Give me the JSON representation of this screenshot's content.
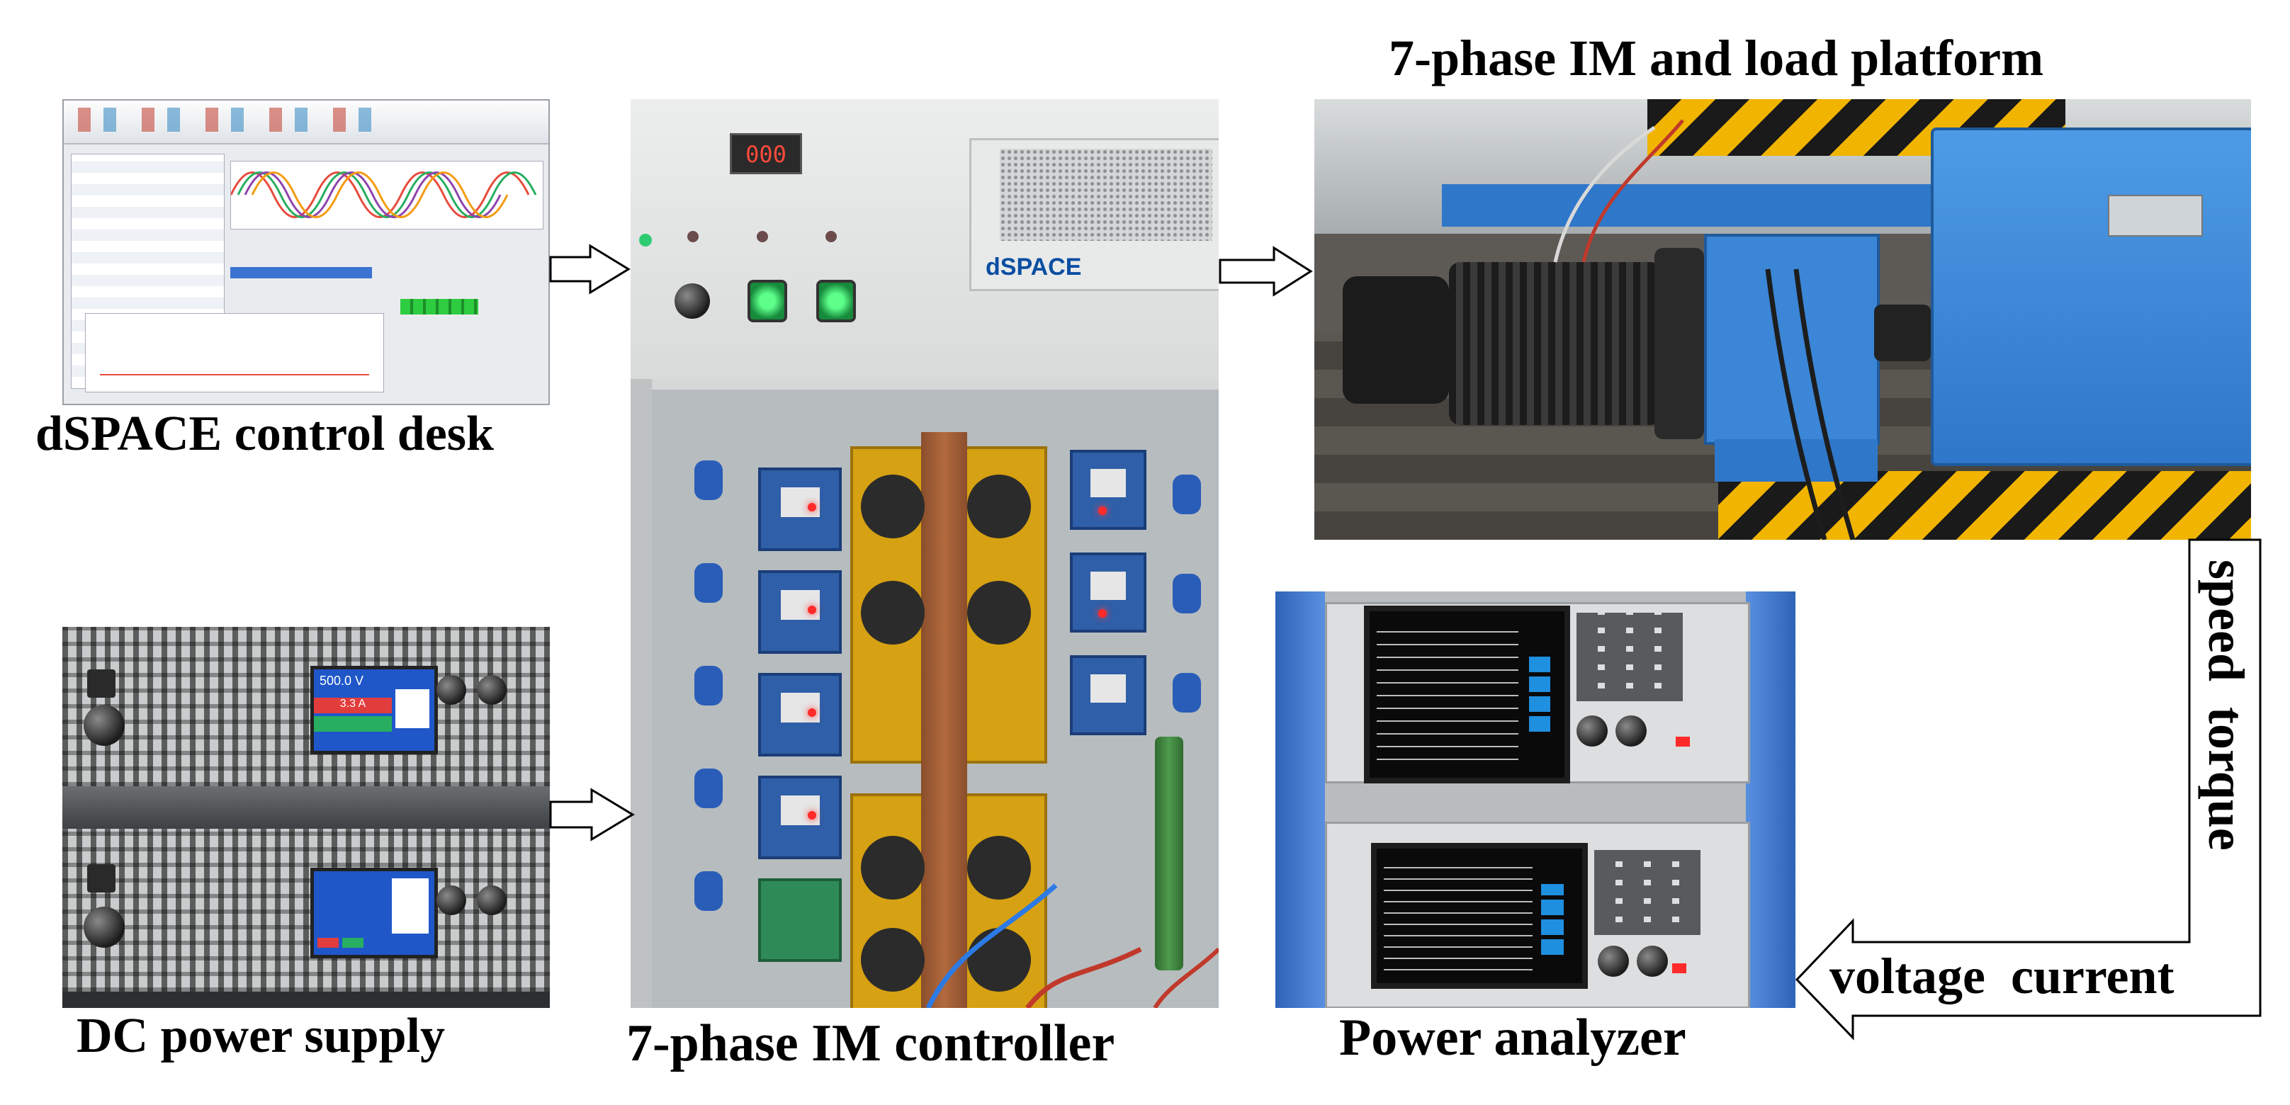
{
  "captions": {
    "control_desk": "dSPACE control desk",
    "dc_power": "DC power supply",
    "controller": "7-phase IM controller",
    "motor_platform": "7-phase IM and load platform",
    "power_analyzer": "Power analyzer",
    "speed_torque": "speed  torque",
    "voltage_current": "voltage  current"
  },
  "labels": {
    "dspace_logo": "dSPACE",
    "display_readout": "000",
    "psu_top_voltage": "500.0 V",
    "psu_top_current": "3.3 A"
  },
  "colors": {
    "dspace_red": "#cc1f1f",
    "machine_blue": "#2f77c9",
    "hazard_yellow": "#f1b400",
    "screen_blue": "#1f57c9"
  }
}
